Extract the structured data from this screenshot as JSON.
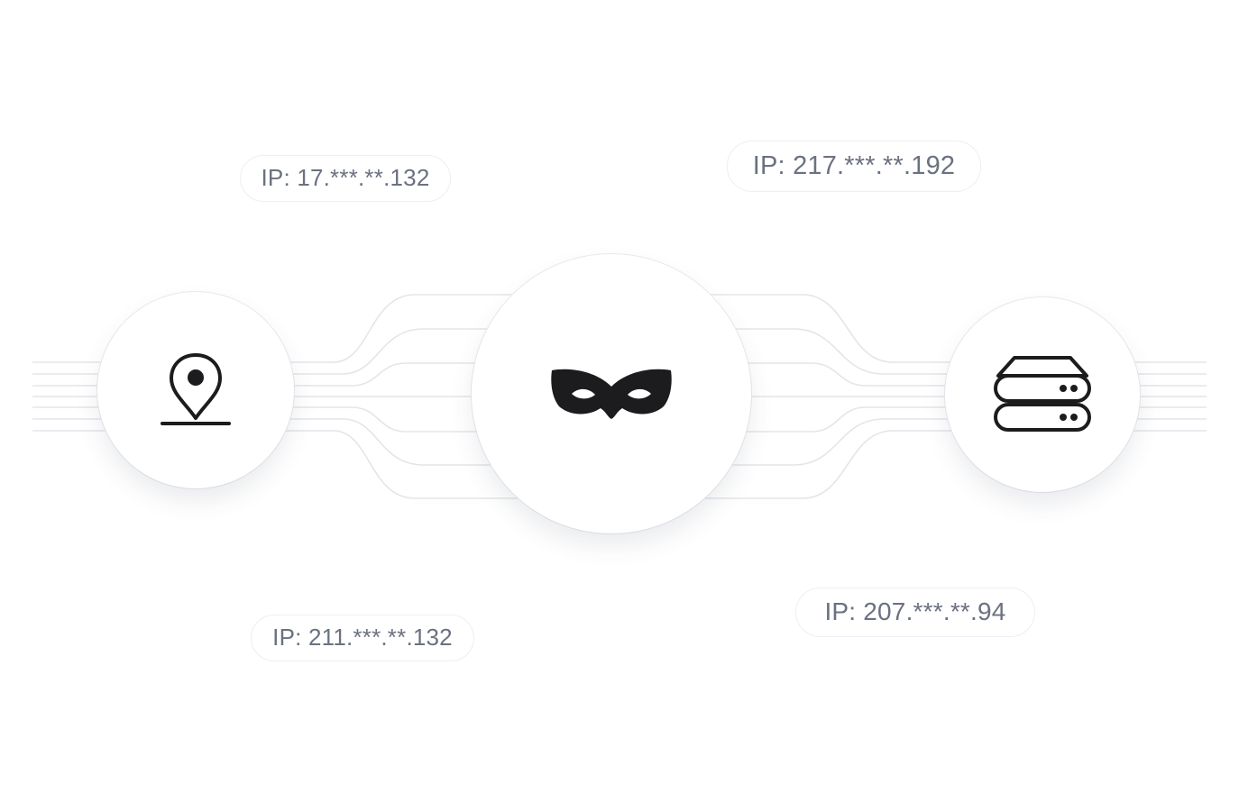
{
  "ip_labels": {
    "top_left": "IP: 17.***.**.132",
    "top_right": "IP: 217.***.**.192",
    "bottom_left": "IP: 211.***.**.132",
    "bottom_right": "IP: 207.***.**.94"
  },
  "nodes": {
    "left": {
      "icon": "location-pin-icon"
    },
    "center": {
      "icon": "mask-icon"
    },
    "right": {
      "icon": "server-icon"
    }
  },
  "colors": {
    "line": "#e3e5ea",
    "accent": "#2fc0ac",
    "icon": "#1c1c1e",
    "text": "#6b7180"
  }
}
